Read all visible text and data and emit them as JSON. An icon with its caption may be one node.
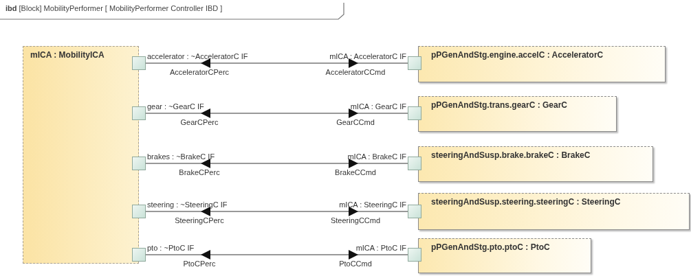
{
  "diagram": {
    "title": "**ibd** [Block] MobilityPerformer [ MobilityPerformer Controller IBD ]",
    "nodes": [
      {
        "text": [
          "mICA : MobilityICA"
        ]
      },
      {
        "text": [],
        "shape": "box",
        "beside": [
          "accelerator : ~AcceleratorC IF"
        ]
      },
      {
        "text": [],
        "shape": "box",
        "beside": [
          "gear : ~GearC IF"
        ]
      },
      {
        "text": [],
        "shape": "box",
        "beside": [
          "brakes : ~BrakeC IF"
        ]
      },
      {
        "text": [],
        "shape": "box",
        "beside": [
          "steering : ~SteeringC IF"
        ]
      },
      {
        "text": [],
        "shape": "box",
        "beside": [
          "pto : ~PtoC IF"
        ]
      },
      {
        "text": [
          "pPGenAndStg.engine.accelC : AcceleratorC"
        ]
      },
      {
        "text": [],
        "shape": "box",
        "beside": [
          "mICA : AcceleratorC IF"
        ]
      },
      {
        "text": [
          "pPGenAndStg.trans.gearC : GearC"
        ]
      },
      {
        "text": [],
        "shape": "box",
        "beside": [
          "mICA : GearC IF"
        ]
      },
      {
        "text": [
          "steeringAndSusp.brake.brakeC : BrakeC"
        ]
      },
      {
        "text": [],
        "shape": "box",
        "beside": [
          "mICA : BrakeC IF"
        ]
      },
      {
        "text": [
          "steeringAndSusp.steering.steeringC : SteeringC"
        ]
      },
      {
        "text": [],
        "shape": "box",
        "beside": [
          "mICA : SteeringC IF"
        ]
      },
      {
        "text": [
          "pPGenAndStg.pto.ptoC : PtoC"
        ]
      },
      {
        "text": [],
        "shape": "box",
        "beside": [
          "mICA : PtoC IF"
        ]
      }
    ],
    "edges": [
      {
        "from": 1,
        "to": 7,
        "arrow": "both"
      },
      {
        "from": 2,
        "to": 9,
        "arrow": "both"
      },
      {
        "from": 3,
        "to": 11,
        "arrow": "both"
      },
      {
        "from": 4,
        "to": 13,
        "arrow": "both"
      },
      {
        "from": 5,
        "to": 15,
        "arrow": "both"
      }
    ],
    "labels": [
      "AcceleratorCPerc",
      "AcceleratorCCmd",
      "GearCPerc",
      "GearCCmd",
      "BrakeCPerc",
      "BrakeCCmd",
      "SteeringCPerc",
      "SteeringCCmd",
      "PtoCPerc",
      "PtoCCmd"
    ]
  }
}
